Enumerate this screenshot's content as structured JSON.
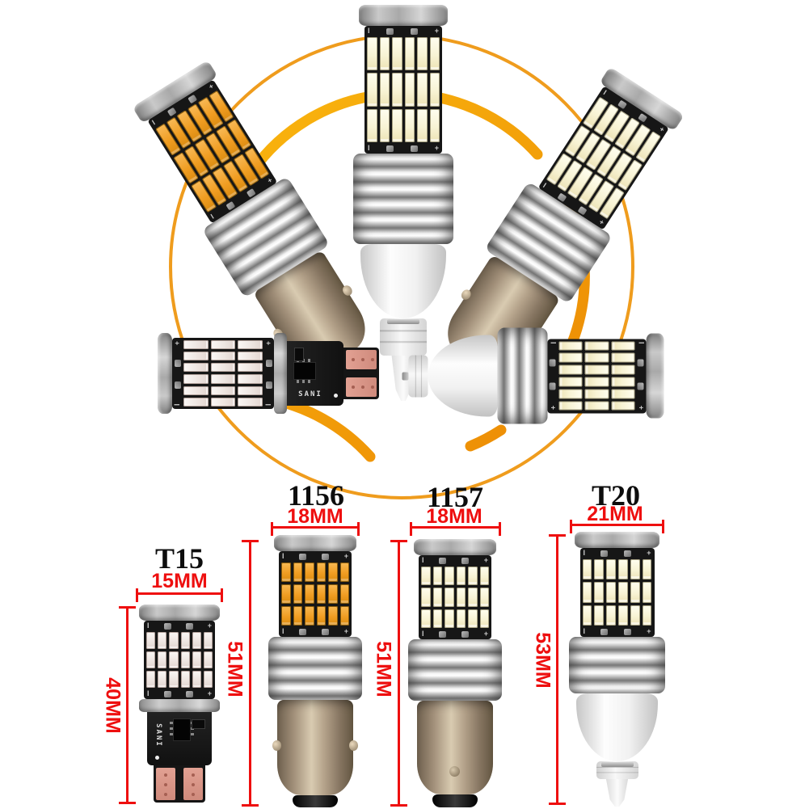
{
  "product": {
    "brand_on_pcb": "SANI"
  },
  "board_marks": {
    "minus": "I",
    "plus": "+"
  },
  "specs": [
    {
      "model": "T15",
      "width": "15MM",
      "height": "40MM",
      "led_color": "white"
    },
    {
      "model": "1156",
      "width": "18MM",
      "height": "51MM",
      "led_color": "amber"
    },
    {
      "model": "1157",
      "width": "18MM",
      "height": "51MM",
      "led_color": "white"
    },
    {
      "model": "T20",
      "width": "21MM",
      "height": "53MM",
      "led_color": "white"
    }
  ],
  "colors": {
    "accent_orange_thin": "#ef9c1d",
    "accent_orange_thick_start": "#f9b40e",
    "accent_orange_thick_end": "#ec8b05",
    "dimension_red": "#ee0f0f",
    "amber_led": "#f09d22",
    "white_led": "#f8f3d4",
    "brass_base": "#b4a28a"
  }
}
